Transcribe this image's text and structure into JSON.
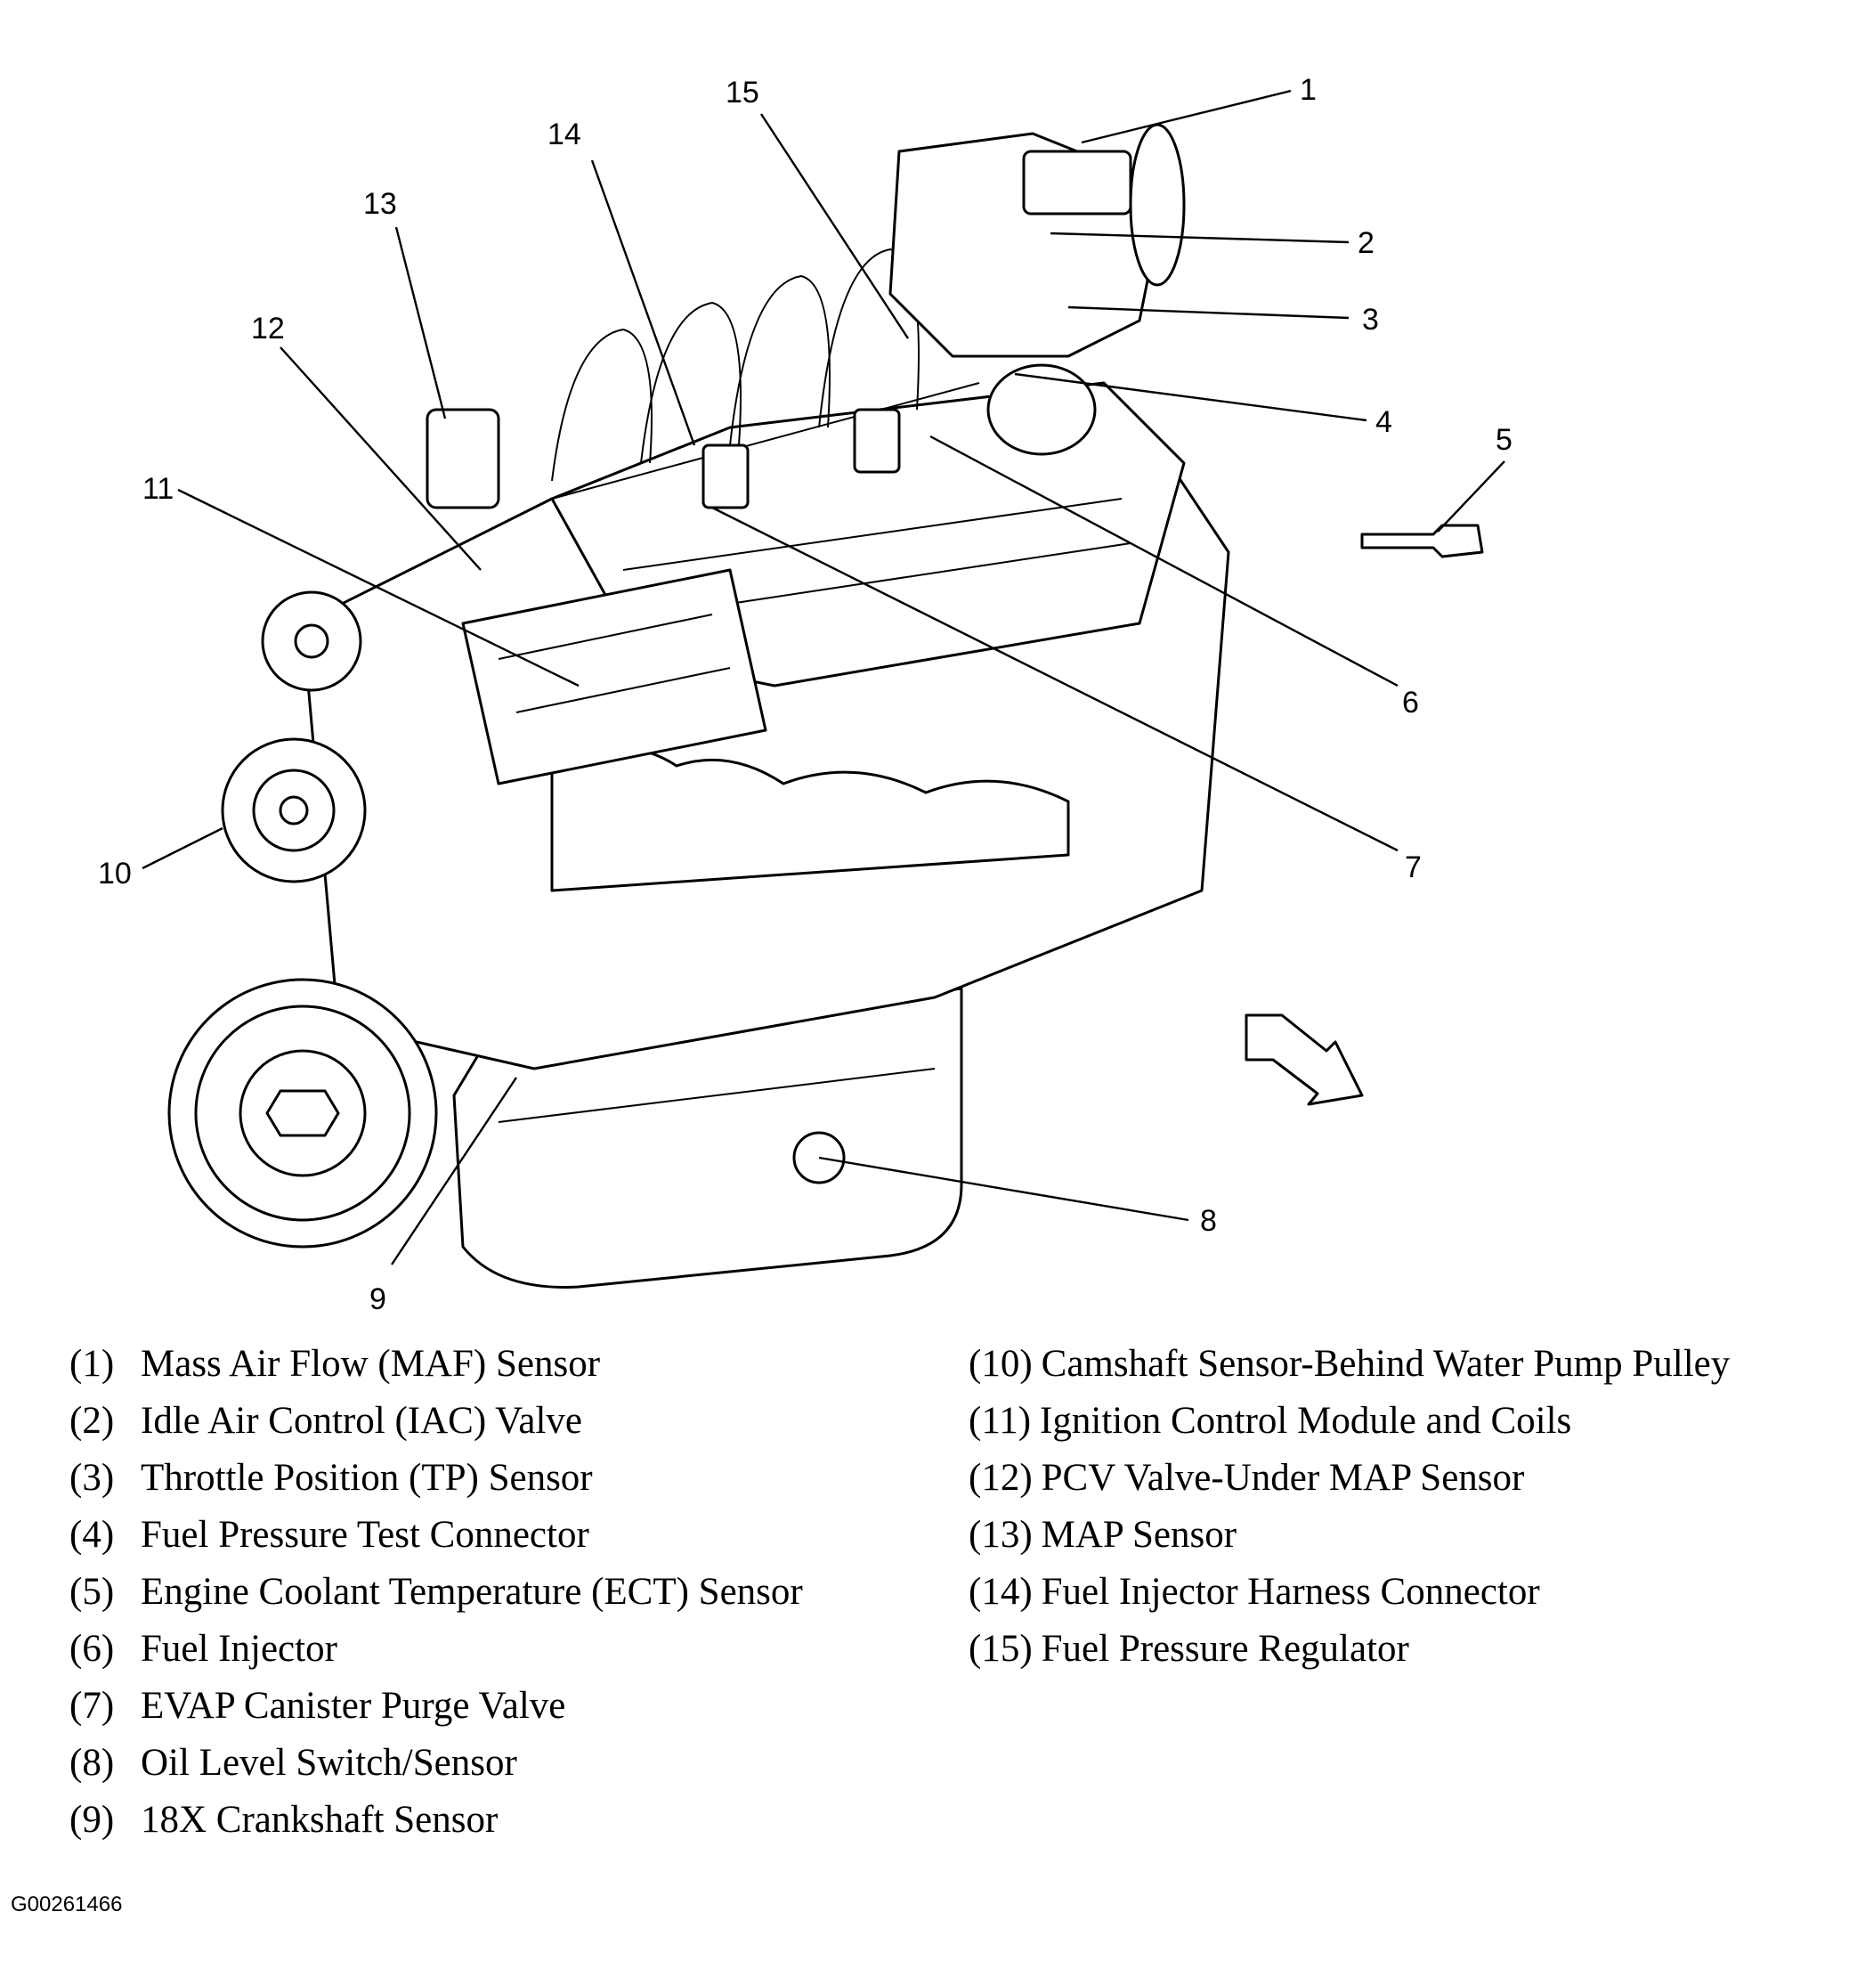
{
  "callouts": [
    "1",
    "2",
    "3",
    "4",
    "5",
    "6",
    "7",
    "8",
    "9",
    "10",
    "11",
    "12",
    "13",
    "14",
    "15"
  ],
  "legend_left": [
    {
      "num": "(1)",
      "label": "Mass Air Flow (MAF) Sensor"
    },
    {
      "num": "(2)",
      "label": "Idle Air Control (IAC) Valve"
    },
    {
      "num": "(3)",
      "label": "Throttle Position (TP) Sensor"
    },
    {
      "num": "(4)",
      "label": "Fuel Pressure Test Connector"
    },
    {
      "num": "(5)",
      "label": "Engine Coolant Temperature (ECT) Sensor"
    },
    {
      "num": "(6)",
      "label": "Fuel Injector"
    },
    {
      "num": "(7)",
      "label": "EVAP Canister Purge Valve"
    },
    {
      "num": "(8)",
      "label": "Oil Level Switch/Sensor"
    },
    {
      "num": "(9)",
      "label": "18X Crankshaft Sensor"
    }
  ],
  "legend_right": [
    {
      "num": "(10)",
      "label": "Camshaft Sensor-Behind Water Pump Pulley"
    },
    {
      "num": "(11)",
      "label": "Ignition Control Module and Coils"
    },
    {
      "num": "(12)",
      "label": "PCV Valve-Under MAP Sensor"
    },
    {
      "num": "(13)",
      "label": "MAP Sensor"
    },
    {
      "num": "(14)",
      "label": "Fuel Injector Harness Connector"
    },
    {
      "num": "(15)",
      "label": "Fuel Pressure Regulator"
    }
  ],
  "figure_id": "G00261466"
}
